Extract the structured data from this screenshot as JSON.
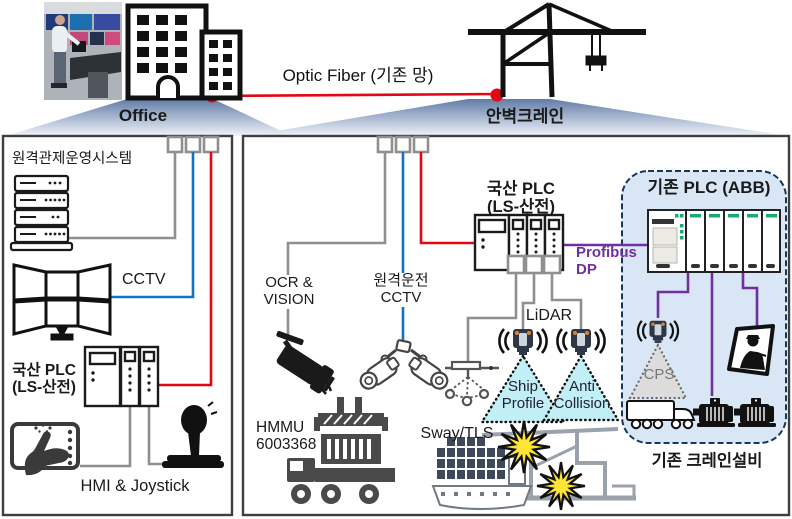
{
  "header": {
    "optic_fiber": "Optic Fiber (기존 망)",
    "office": "Office",
    "quay_crane": "안벽크레인"
  },
  "office_panel": {
    "remote_system": "원격관제운영시스템",
    "cctv": "CCTV",
    "plc": "국산 PLC\n(LS-산전)",
    "hmi_joystick": "HMI & Joystick"
  },
  "crane_panel": {
    "ocr_vision": "OCR &\nVISION",
    "remote_cctv": "원격운전\nCCTV",
    "plc": "국산 PLC\n(LS-산전)",
    "profibus": "Profibus\nDP",
    "lidar": "LiDAR",
    "sway_tls": "Sway/TLS",
    "ship_profile": "Ship\nProfile",
    "anti_collision": "Anti\nCollision",
    "hmmu": "HMMU\n6003368",
    "existing_plc": "기존 PLC (ABB)",
    "cps": "CPS",
    "existing_equipment": "기존 크레인설비"
  },
  "colors": {
    "optic_fiber_red": "#e30613",
    "cctv_blue": "#1373c0",
    "profibus_purple": "#7030a0",
    "line_gray": "#8f8f8f",
    "lidar_cone_cyan": "#c2eef5",
    "existing_box_blue": "#d9e6f6",
    "warning_yellow": "#ffe438"
  }
}
